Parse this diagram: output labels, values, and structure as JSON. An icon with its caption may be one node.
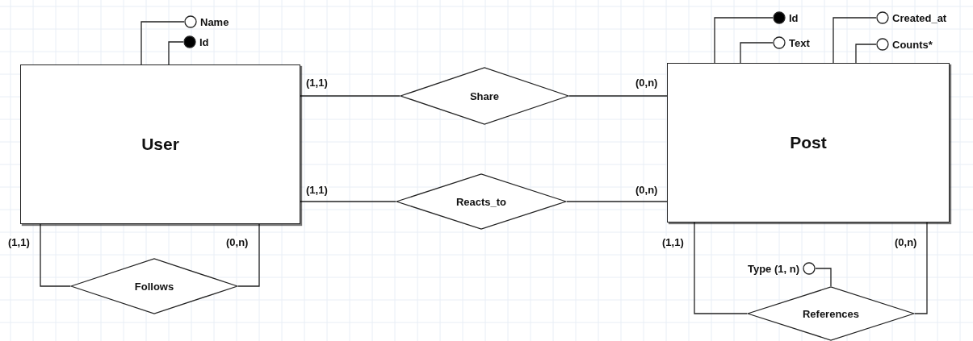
{
  "diagram": {
    "nodes": [
      {
        "text": [
          "User"
        ]
      },
      {
        "text": [],
        "shape": "circle",
        "beside": [
          "Name"
        ]
      },
      {
        "text": [],
        "shape": "dot",
        "beside": [
          "Id"
        ]
      },
      {
        "text": [
          "Share"
        ]
      },
      {
        "text": [
          "Reacts_to"
        ]
      },
      {
        "text": [
          "Post"
        ]
      },
      {
        "text": [],
        "shape": "dot",
        "beside": [
          "Id"
        ]
      },
      {
        "text": [],
        "shape": "circle",
        "beside": [
          "Text"
        ]
      },
      {
        "text": [],
        "shape": "circle",
        "beside": [
          "Created_at"
        ]
      },
      {
        "text": [],
        "shape": "circle",
        "beside": [
          "Counts*"
        ]
      },
      {
        "text": [
          "Follows"
        ]
      },
      {
        "text": [
          "References"
        ]
      },
      {
        "text": [],
        "shape": "circle",
        "beside": [
          "Type (1, n)"
        ]
      }
    ],
    "edges": [
      {
        "from": 0,
        "to": 1,
        "arrow": "none"
      },
      {
        "from": 0,
        "to": 2,
        "arrow": "none"
      },
      {
        "from": 0,
        "to": 3,
        "arrow": "none",
        "label": "(1,1)"
      },
      {
        "from": 3,
        "to": 5,
        "arrow": "none",
        "label": "(0,n)"
      },
      {
        "from": 0,
        "to": 4,
        "arrow": "none",
        "label": "(1,1)"
      },
      {
        "from": 4,
        "to": 5,
        "arrow": "none",
        "label": "(0,n)"
      },
      {
        "from": 5,
        "to": 6,
        "arrow": "none"
      },
      {
        "from": 5,
        "to": 7,
        "arrow": "none"
      },
      {
        "from": 5,
        "to": 8,
        "arrow": "none"
      },
      {
        "from": 5,
        "to": 9,
        "arrow": "none"
      },
      {
        "from": 0,
        "to": 10,
        "arrow": "none",
        "label": "(1,1)"
      },
      {
        "from": 0,
        "to": 10,
        "arrow": "none",
        "label": "(0,n)"
      },
      {
        "from": 5,
        "to": 11,
        "arrow": "none",
        "label": "(1,1)"
      },
      {
        "from": 5,
        "to": 11,
        "arrow": "none",
        "label": "(0,n)"
      },
      {
        "from": 11,
        "to": 12,
        "arrow": "none"
      }
    ]
  }
}
